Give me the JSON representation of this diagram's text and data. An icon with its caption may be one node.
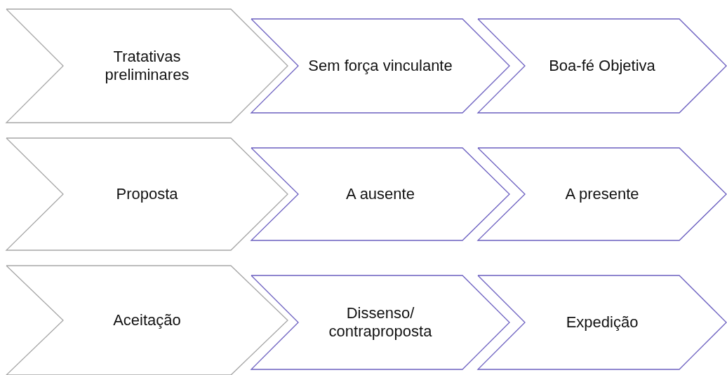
{
  "diagram": {
    "nodes": [
      {
        "text": [
          "Tratativas preliminares"
        ]
      },
      {
        "text": [
          "Sem força vinculante"
        ]
      },
      {
        "text": [
          "Boa-fé Objetiva"
        ]
      },
      {
        "text": [
          "Proposta"
        ]
      },
      {
        "text": [
          "A ausente"
        ]
      },
      {
        "text": [
          "A presente"
        ]
      },
      {
        "text": [
          "Aceitação"
        ]
      },
      {
        "text": [
          "Dissenso/ contraproposta"
        ]
      },
      {
        "text": [
          "Expedição"
        ]
      }
    ]
  }
}
